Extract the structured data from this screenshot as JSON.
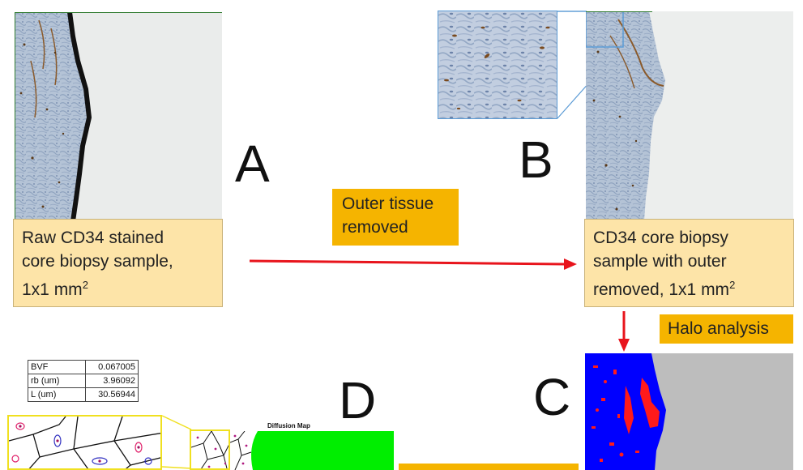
{
  "panels": {
    "a": {
      "letter": "A",
      "caption_line1": "Raw CD34 stained",
      "caption_line2": "core biopsy sample,",
      "caption_line3": "1x1 mm",
      "caption_sup": "2"
    },
    "b": {
      "letter": "B",
      "caption_line1": "CD34 core biopsy",
      "caption_line2": "sample with outer",
      "caption_line3": "removed, 1x1 mm",
      "caption_sup": "2"
    },
    "c": {
      "letter": "C"
    },
    "d": {
      "letter": "D",
      "diffusion_map_title": "Diffusion Map",
      "stats": [
        {
          "label": "BVF",
          "value": "0.067005"
        },
        {
          "label": "rb (um)",
          "value": "3.96092"
        },
        {
          "label": "L (um)",
          "value": "30.56944"
        }
      ]
    }
  },
  "steps": {
    "outer_removed_line1": "Outer tissue",
    "outer_removed_line2": "removed",
    "halo": "Halo analysis"
  },
  "colors": {
    "caption_fill": "#fde4a8",
    "tag_fill": "#f5b400",
    "arrow": "#e8141c",
    "halo_blue": "#0000ff",
    "halo_red": "#ff1a1a",
    "halo_gray": "#bdbdbd",
    "diffusion_green": "#00ee00",
    "zoom_border_yellow": "#f0e020",
    "zoom_border_blue": "#5b9bd5"
  }
}
